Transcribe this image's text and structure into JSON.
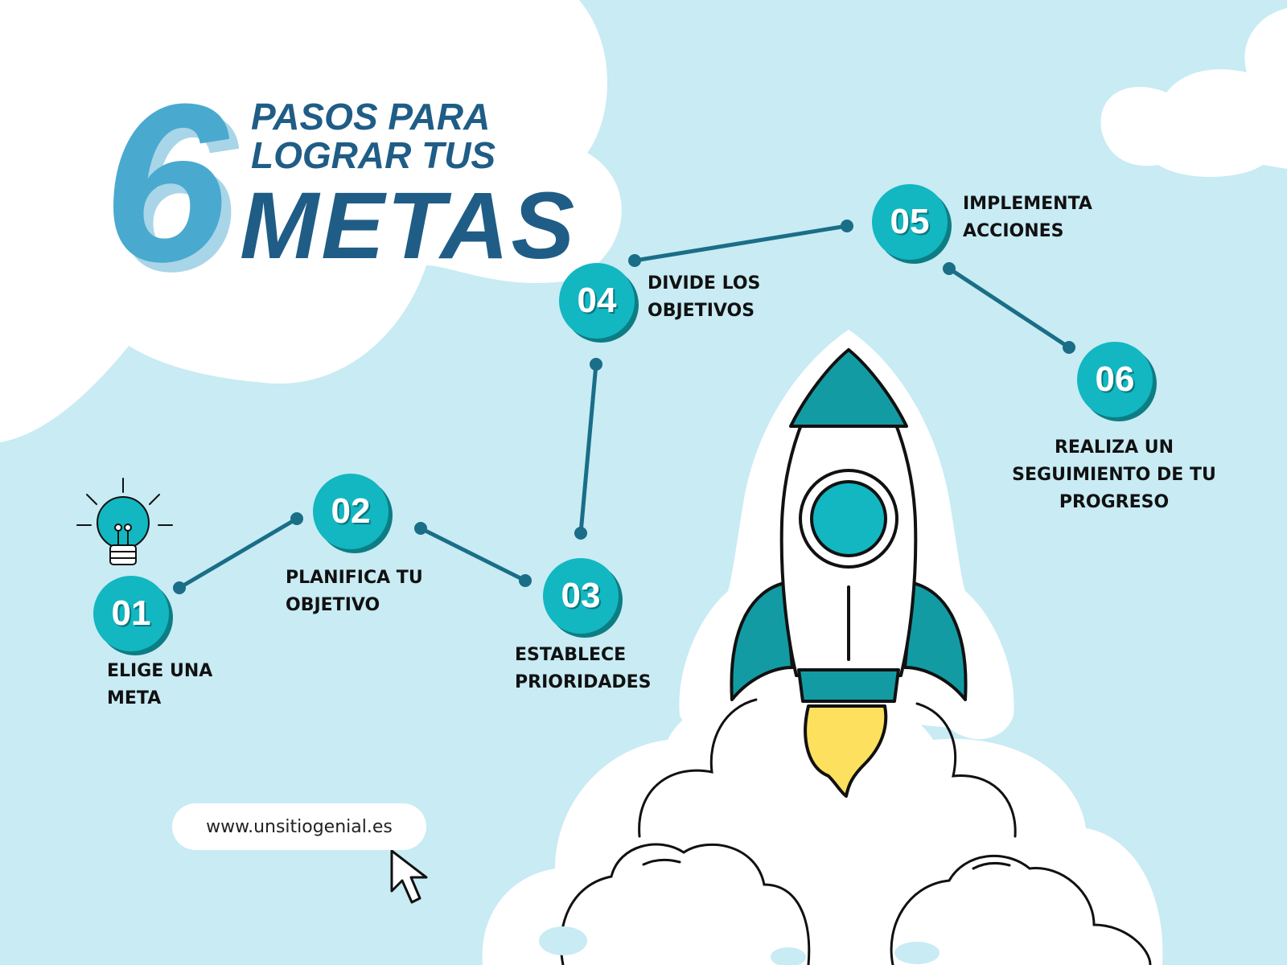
{
  "title": {
    "number": "6",
    "line1": "PASOS PARA",
    "line2": "LOGRAR TUS",
    "line3": "METAS"
  },
  "steps": [
    {
      "number": "01",
      "label": "ELIGE UNA\nMETA"
    },
    {
      "number": "02",
      "label": "PLANIFICA TU\nOBJETIVO"
    },
    {
      "number": "03",
      "label": "ESTABLECE\nPRIORIDADES"
    },
    {
      "number": "04",
      "label": "DIVIDE LOS\nOBJETIVOS"
    },
    {
      "number": "05",
      "label": "IMPLEMENTA\nACCIONES"
    },
    {
      "number": "06",
      "label": "REALIZA UN\nSEGUIMIENTO DE TU\nPROGRESO"
    }
  ],
  "website": {
    "url": "www.unsitiogenial.es"
  },
  "icons": [
    "lightbulb-icon",
    "rocket-icon",
    "cursor-arrow-icon",
    "cloud-icon"
  ],
  "colors": {
    "background": "#c8ebf4",
    "cloud": "#ffffff",
    "title": "#1f5d86",
    "number_six": "#4aa9cf",
    "step_circle": "#12b7c1",
    "connector": "#1a6e87",
    "rocket_teal": "#139ba3",
    "flame": "#fde05d"
  }
}
